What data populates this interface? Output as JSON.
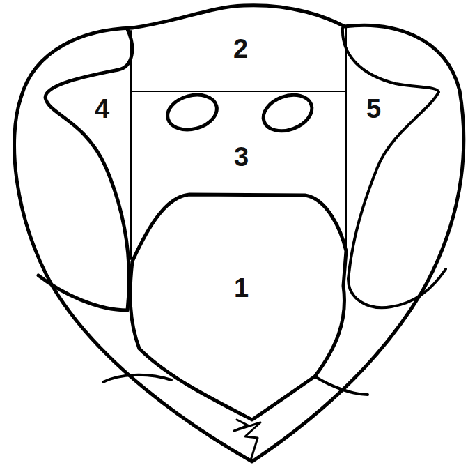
{
  "diagram": {
    "labels": [
      "2",
      "4",
      "5",
      "3",
      "1"
    ]
  }
}
